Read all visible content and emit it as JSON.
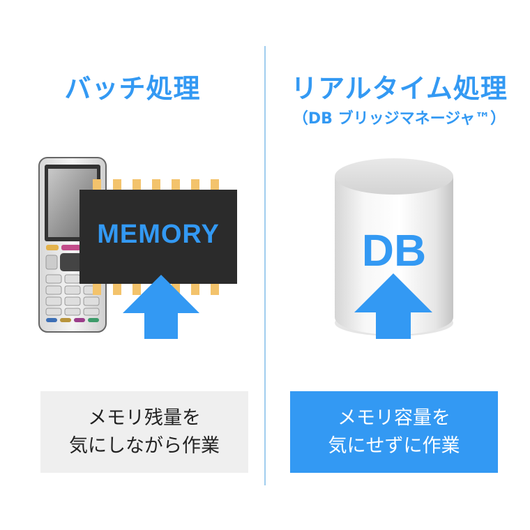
{
  "left": {
    "title": "バッチ処理",
    "chip_label": "MEMORY",
    "caption_line1": "メモリ残量を",
    "caption_line2": "気にしながら作業"
  },
  "right": {
    "title": "リアルタイム処理",
    "subtitle": "（DB ブリッジマネージャ™）",
    "db_label": "DB",
    "caption_line1": "メモリ容量を",
    "caption_line2": "気にせずに作業"
  },
  "colors": {
    "accent": "#3399f3",
    "chip": "#2b2b2b",
    "chip_pins": "#f3c36c",
    "caption_left_bg": "#efefef"
  }
}
